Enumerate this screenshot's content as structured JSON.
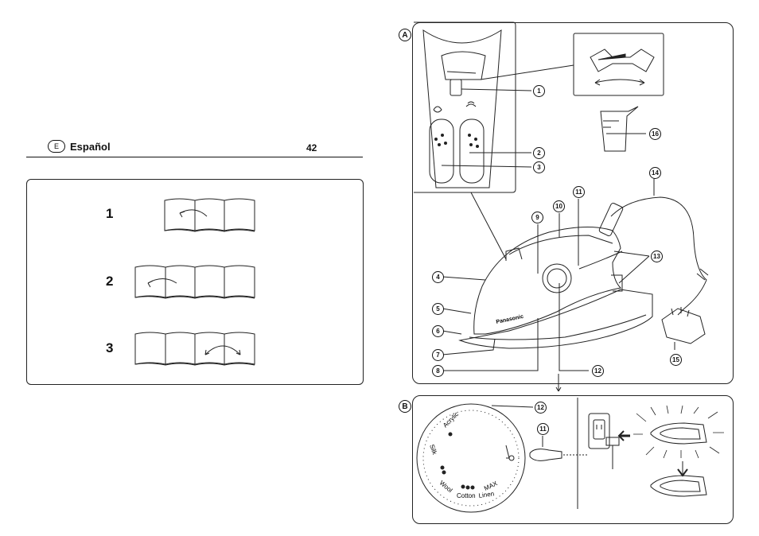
{
  "header": {
    "lang_badge": "E",
    "language": "Español",
    "page_number": "42"
  },
  "steps": [
    {
      "number": "1"
    },
    {
      "number": "2"
    },
    {
      "number": "3"
    }
  ],
  "panel_a": {
    "label": "A",
    "brand": "Panasonic",
    "callouts": [
      "1",
      "2",
      "3",
      "4",
      "5",
      "6",
      "7",
      "8",
      "9",
      "10",
      "11",
      "12",
      "13",
      "14",
      "15",
      "16"
    ]
  },
  "panel_b": {
    "label": "B",
    "dial_labels": [
      "Acrylic",
      "Silk",
      "Wool",
      "Cotton",
      "Linen",
      "MAX"
    ],
    "callouts": [
      "11",
      "12"
    ]
  }
}
